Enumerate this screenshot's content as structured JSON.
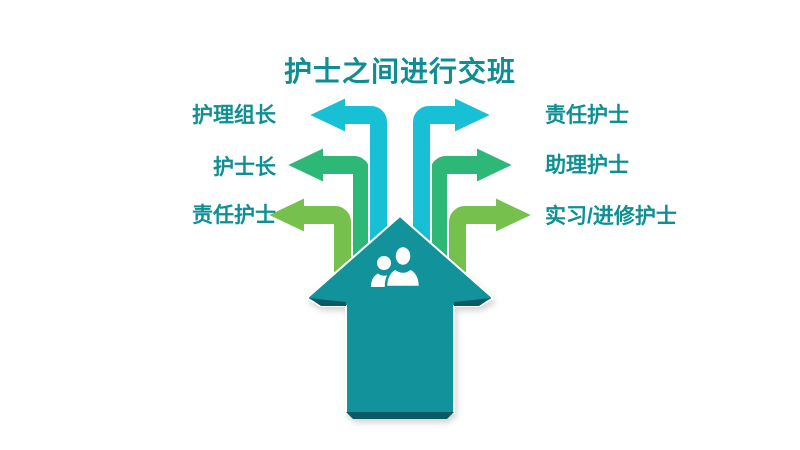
{
  "slide": {
    "title": "护士之间进行交班",
    "left_items": [
      {
        "label": "护理组长"
      },
      {
        "label": "护士长"
      },
      {
        "label": "责任护士"
      }
    ],
    "right_items": [
      {
        "label": "责任护士"
      },
      {
        "label": "助理护士"
      },
      {
        "label": "实习/进修护士"
      }
    ],
    "center_icon": "two-persons",
    "colors": {
      "title_text": "#0E8E93",
      "label_text": "#0D8F94",
      "arrow_cyan": "#17C0D4",
      "arrow_emerald": "#2EB878",
      "arrow_green": "#76C14E",
      "center_arrow": "#12929B",
      "center_arrow_dark": "#0B5B66",
      "icon_fill": "#FFFFFF",
      "background": "#FFFFFF"
    }
  }
}
